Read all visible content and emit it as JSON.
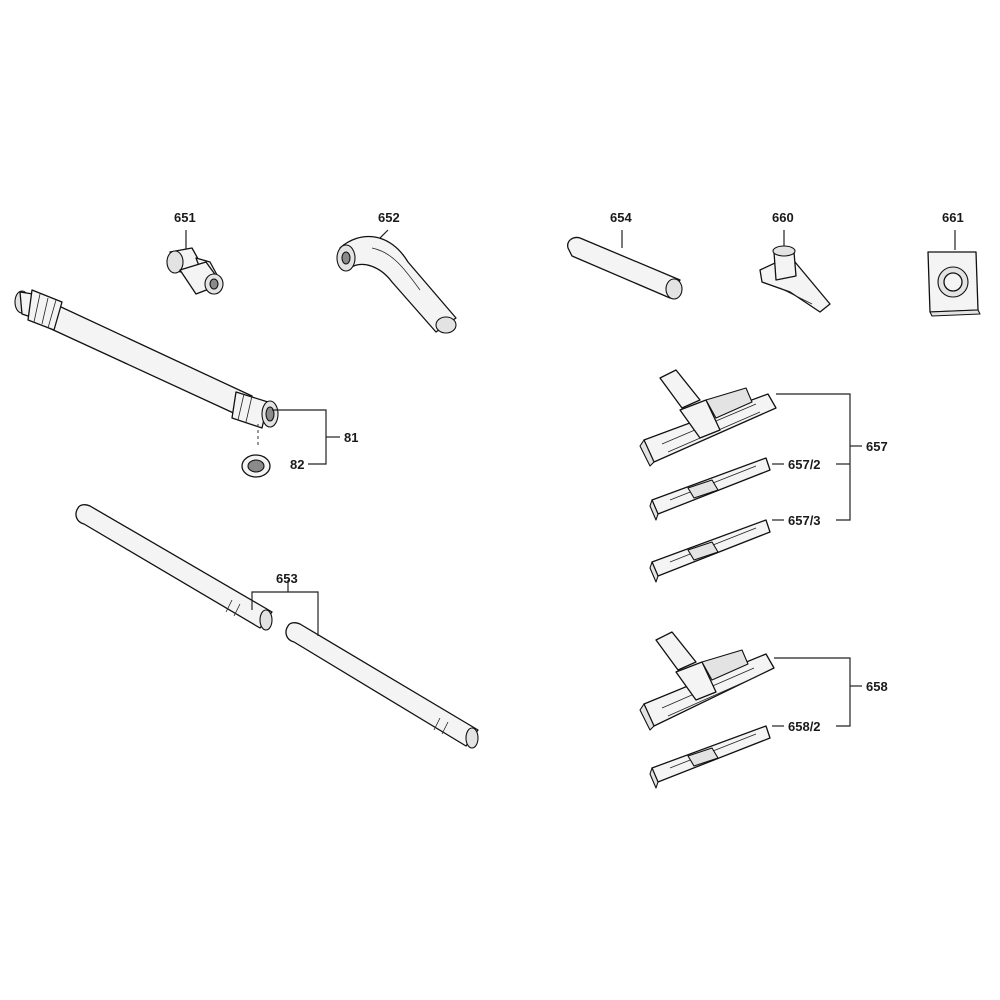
{
  "labels": {
    "l651": "651",
    "l652": "652",
    "l654": "654",
    "l660": "660",
    "l661": "661",
    "l81": "81",
    "l82": "82",
    "l653": "653",
    "l657": "657",
    "l657_2": "657/2",
    "l657_3": "657/3",
    "l658": "658",
    "l658_2": "658/2"
  }
}
